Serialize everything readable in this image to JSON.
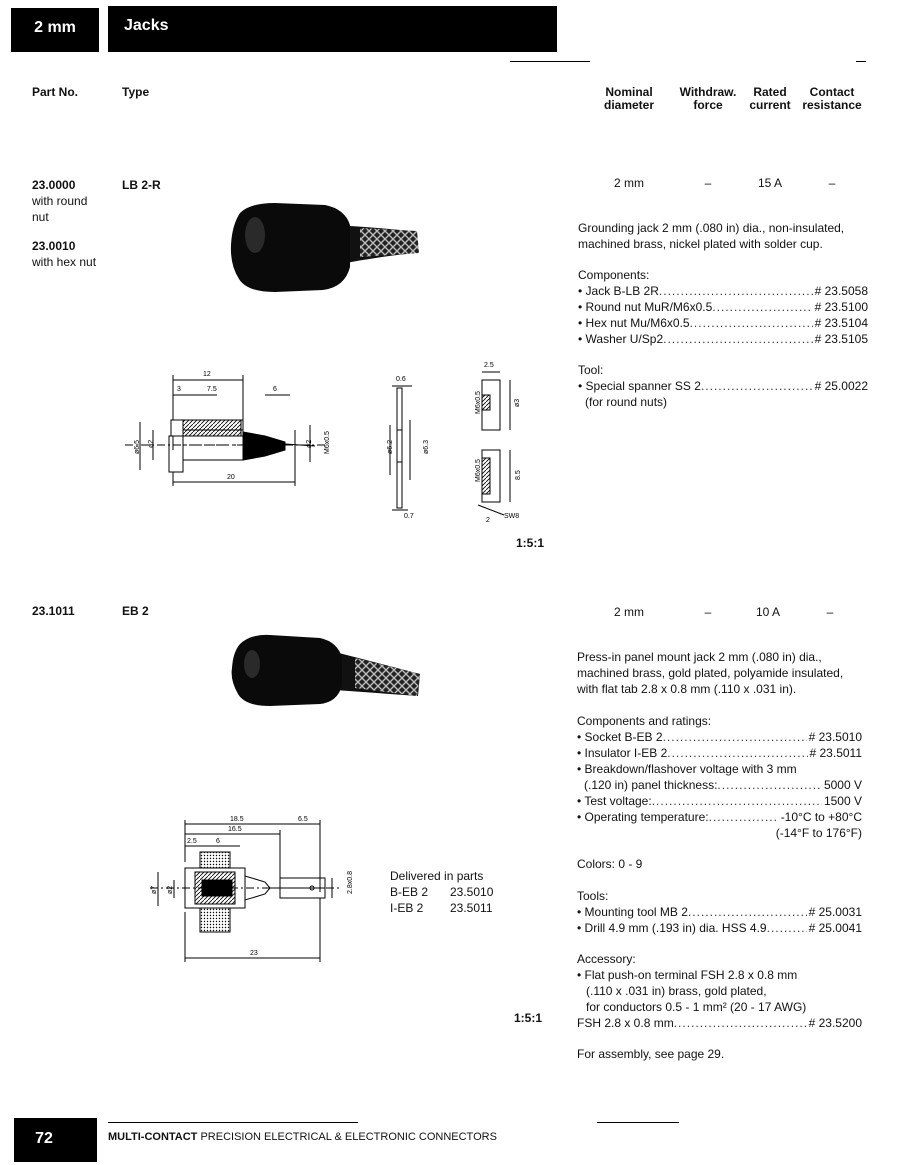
{
  "header": {
    "tab_label": "2 mm",
    "section_title": "Jacks"
  },
  "columns": {
    "part_no": "Part No.",
    "type": "Type",
    "nominal": "Nominal diameter",
    "withdraw": "Withdraw. force",
    "rated": "Rated current",
    "contact": "Contact resistance"
  },
  "products": [
    {
      "part_no": "23.0000",
      "part_note": "with round nut",
      "alt_part_no": "23.0010",
      "alt_note": "with hex nut",
      "type": "LB 2-R",
      "nominal": "2 mm",
      "withdraw": "–",
      "rated": "15 A",
      "contact": "–",
      "description": "Grounding jack 2 mm (.080 in) dia., non-insulated, machined brass, nickel plated with solder cup.",
      "components_title": "Components:",
      "components": [
        {
          "label": "• Jack B-LB 2R",
          "value": "# 23.5058"
        },
        {
          "label": "• Round nut MuR/M6x0.5",
          "value": "# 23.5100"
        },
        {
          "label": "• Hex nut Mu/M6x0.5",
          "value": "# 23.5104"
        },
        {
          "label": "• Washer U/Sp2",
          "value": "# 23.5105"
        }
      ],
      "tool_title": "Tool:",
      "tools": [
        {
          "label": "• Special spanner SS 2",
          "value": "# 25.0022"
        }
      ],
      "tool_note": "(for round nuts)",
      "scale": "1:5:1",
      "dims": {
        "d12": "12",
        "d3": "3",
        "d75": "7.5",
        "d6": "6",
        "d65": "ø6.5",
        "d2": "ø2",
        "d2b": "ø2",
        "m6": "M6x0.5",
        "d20": "20",
        "t06": "0.6",
        "t25": "2.5",
        "t62": "ø6.2",
        "t63": "ø6.3",
        "t07": "0.7",
        "tm6": "M6x0.5",
        "t3": "ø3",
        "tm6b": "M6x0.5",
        "t8": "8.5",
        "t2": "2",
        "sw8": "SW8"
      }
    },
    {
      "part_no": "23.1011",
      "type": "EB 2",
      "nominal": "2 mm",
      "withdraw": "–",
      "rated": "10 A",
      "contact": "–",
      "description": "Press-in panel mount jack 2 mm (.080 in) dia., machined brass, gold plated, polyamide insulated, with flat tab 2.8 x 0.8 mm (.110 x .031 in).",
      "components_title": "Components and ratings:",
      "components": [
        {
          "label": "• Socket B-EB 2",
          "value": "# 23.5010"
        },
        {
          "label": "• Insulator I-EB 2",
          "value": "# 23.5011"
        }
      ],
      "breakdown_line1": "• Breakdown/flashover voltage with 3 mm",
      "breakdown_label": "(.120 in) panel thickness:",
      "breakdown_value": "5000 V",
      "test_label": "• Test voltage:",
      "test_value": "1500 V",
      "op_label": "• Operating temperature:",
      "op_value": "-10°C to +80°C",
      "op_value_f": "(-14°F to 176°F)",
      "colors": "Colors: 0 - 9",
      "tools_title": "Tools:",
      "tools": [
        {
          "label": "• Mounting tool MB 2",
          "value": "# 25.0031"
        },
        {
          "label": "• Drill 4.9 mm (.193 in) dia. HSS 4.9",
          "value": "# 25.0041"
        }
      ],
      "accessory_title": "Accessory:",
      "accessory_line1": "• Flat push-on terminal FSH 2.8 x 0.8 mm",
      "accessory_line2": "(.110 x .031 in) brass, gold plated,",
      "accessory_line3": "for conductors 0.5 - 1 mm² (20 - 17 AWG)",
      "accessory_item_label": "FSH 2.8 x 0.8 mm",
      "accessory_item_value": "# 23.5200",
      "assembly_note": "For assembly, see page 29.",
      "delivered_title": "Delivered in parts",
      "delivered": [
        {
          "name": "B-EB 2",
          "num": "23.5010"
        },
        {
          "name": "I-EB 2",
          "num": "23.5011"
        }
      ],
      "scale": "1:5:1",
      "dims": {
        "d185": "18.5",
        "d165": "16.5",
        "d65": "6.5",
        "d25": "2.5",
        "d6": "6",
        "d7": "ø7",
        "d2": "ø2",
        "d28": "2.8x0.8",
        "d23": "23"
      }
    }
  ],
  "footer": {
    "page_number": "72",
    "brand": "MULTI-CONTACT",
    "tagline": "PRECISION ELECTRICAL & ELECTRONIC CONNECTORS"
  },
  "colors": {
    "ink": "#000000",
    "paper": "#ffffff"
  }
}
